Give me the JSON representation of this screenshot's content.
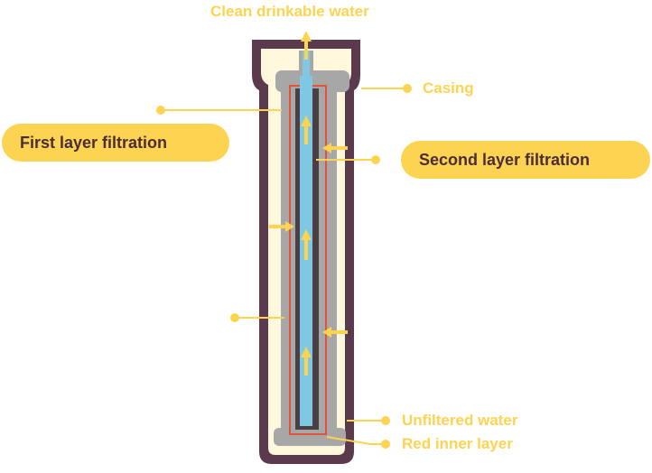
{
  "labels": {
    "clean_water": "Clean drinkable water",
    "casing": "Casing",
    "first_layer": "First layer filtration",
    "second_layer": "Second layer filtration",
    "unfiltered_water": "Unfiltered water",
    "red_inner_layer": "Red inner layer"
  },
  "colors": {
    "casing": "#5b3a4e",
    "casing_interior": "#fff8dc",
    "filter_gray": "#a7a7a7",
    "core_dark": "#4a3f44",
    "core_water": "#7ec8e3",
    "red_layer": "#e0523a",
    "accent_yellow": "#fdd451",
    "pill_text": "#4a2c3a"
  },
  "icons": {
    "flow_arrow": "arrow-icon",
    "leader_dot": "dot-icon"
  }
}
